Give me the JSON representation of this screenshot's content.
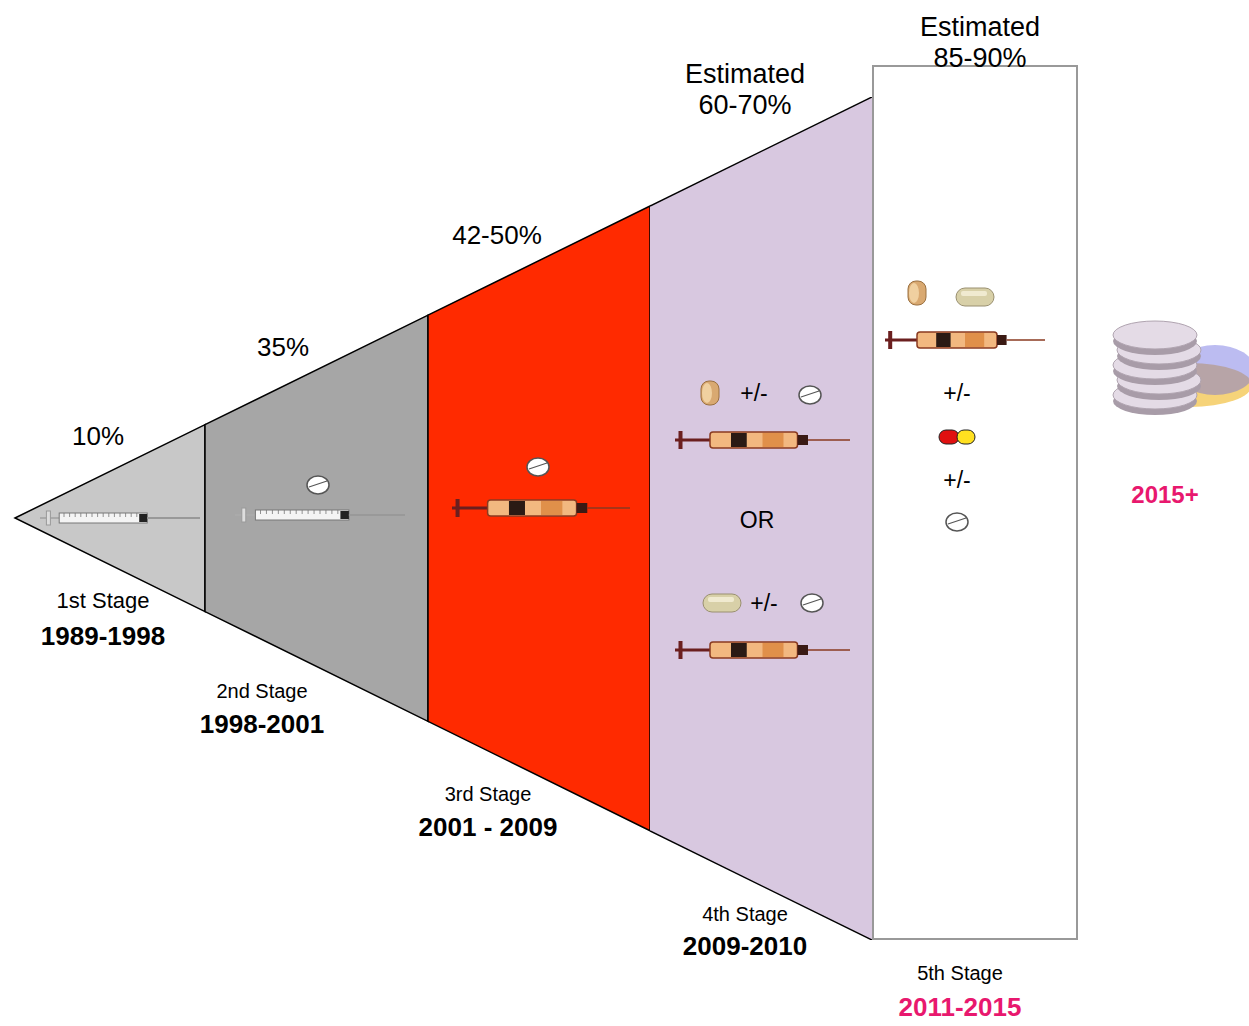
{
  "diagram": {
    "nodes": [
      {
        "text": [
          "+/-",
          "OR",
          "+/-"
        ]
      },
      {
        "text": [
          "+/-",
          "+/-"
        ]
      }
    ],
    "labels": [
      "10%",
      "35%",
      "42-50%",
      "Estimated 60-70%",
      "Estimated 85-90%",
      "1st Stage",
      "1989-1998",
      "2nd Stage",
      "1998-2001",
      "3rd Stage",
      "2001 - 2009",
      "4th Stage",
      "2009-2010",
      "5th Stage",
      "2011-2015",
      "2015+"
    ]
  }
}
